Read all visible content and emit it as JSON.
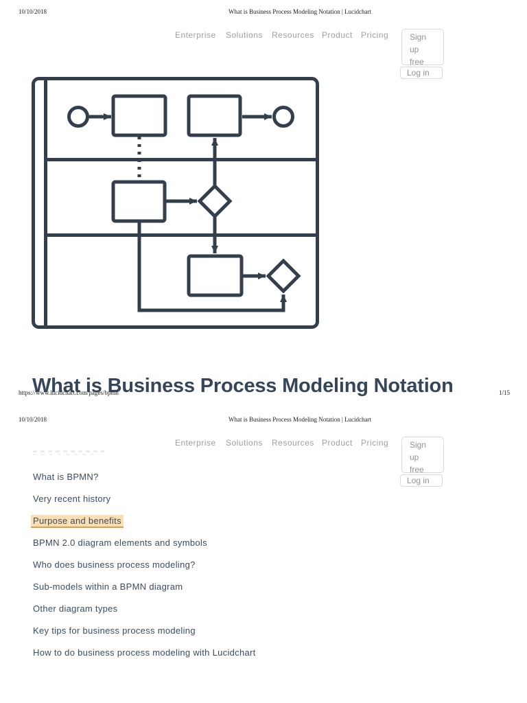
{
  "doc": {
    "date": "10/10/2018",
    "header_title": "What is Business Process Modeling Notation | Lucidchart",
    "footer_url": "https://www.lucidchart.com/pages/bpmn",
    "footer_page_number": "1/15"
  },
  "nav": {
    "items": [
      "Enterprise",
      "Solutions",
      "Resources",
      "Product",
      "Pricing"
    ],
    "signup_label": "Sign up free",
    "login_label": "Log in"
  },
  "article": {
    "heading": "What is Business Process Modeling Notation"
  },
  "toc": {
    "items": [
      {
        "label": "What is BPMN?",
        "highlighted": false
      },
      {
        "label": "Very recent history",
        "highlighted": false
      },
      {
        "label": "Purpose and benefits",
        "highlighted": true
      },
      {
        "label": "BPMN 2.0 diagram elements and symbols",
        "highlighted": false
      },
      {
        "label": "Who does business process modeling?",
        "highlighted": false
      },
      {
        "label": "Sub-models within a BPMN diagram",
        "highlighted": false
      },
      {
        "label": "Other diagram types",
        "highlighted": false
      },
      {
        "label": "Key tips for business process modeling",
        "highlighted": false
      },
      {
        "label": "How to do business process modeling with Lucidchart",
        "highlighted": false
      }
    ]
  },
  "colors": {
    "diagram_stroke": "#333f4d",
    "heading_text": "#36465a",
    "nav_text": "#9ba0a4",
    "highlight_bg": "#fbdfb4",
    "highlight_underline": "#e59c41"
  }
}
